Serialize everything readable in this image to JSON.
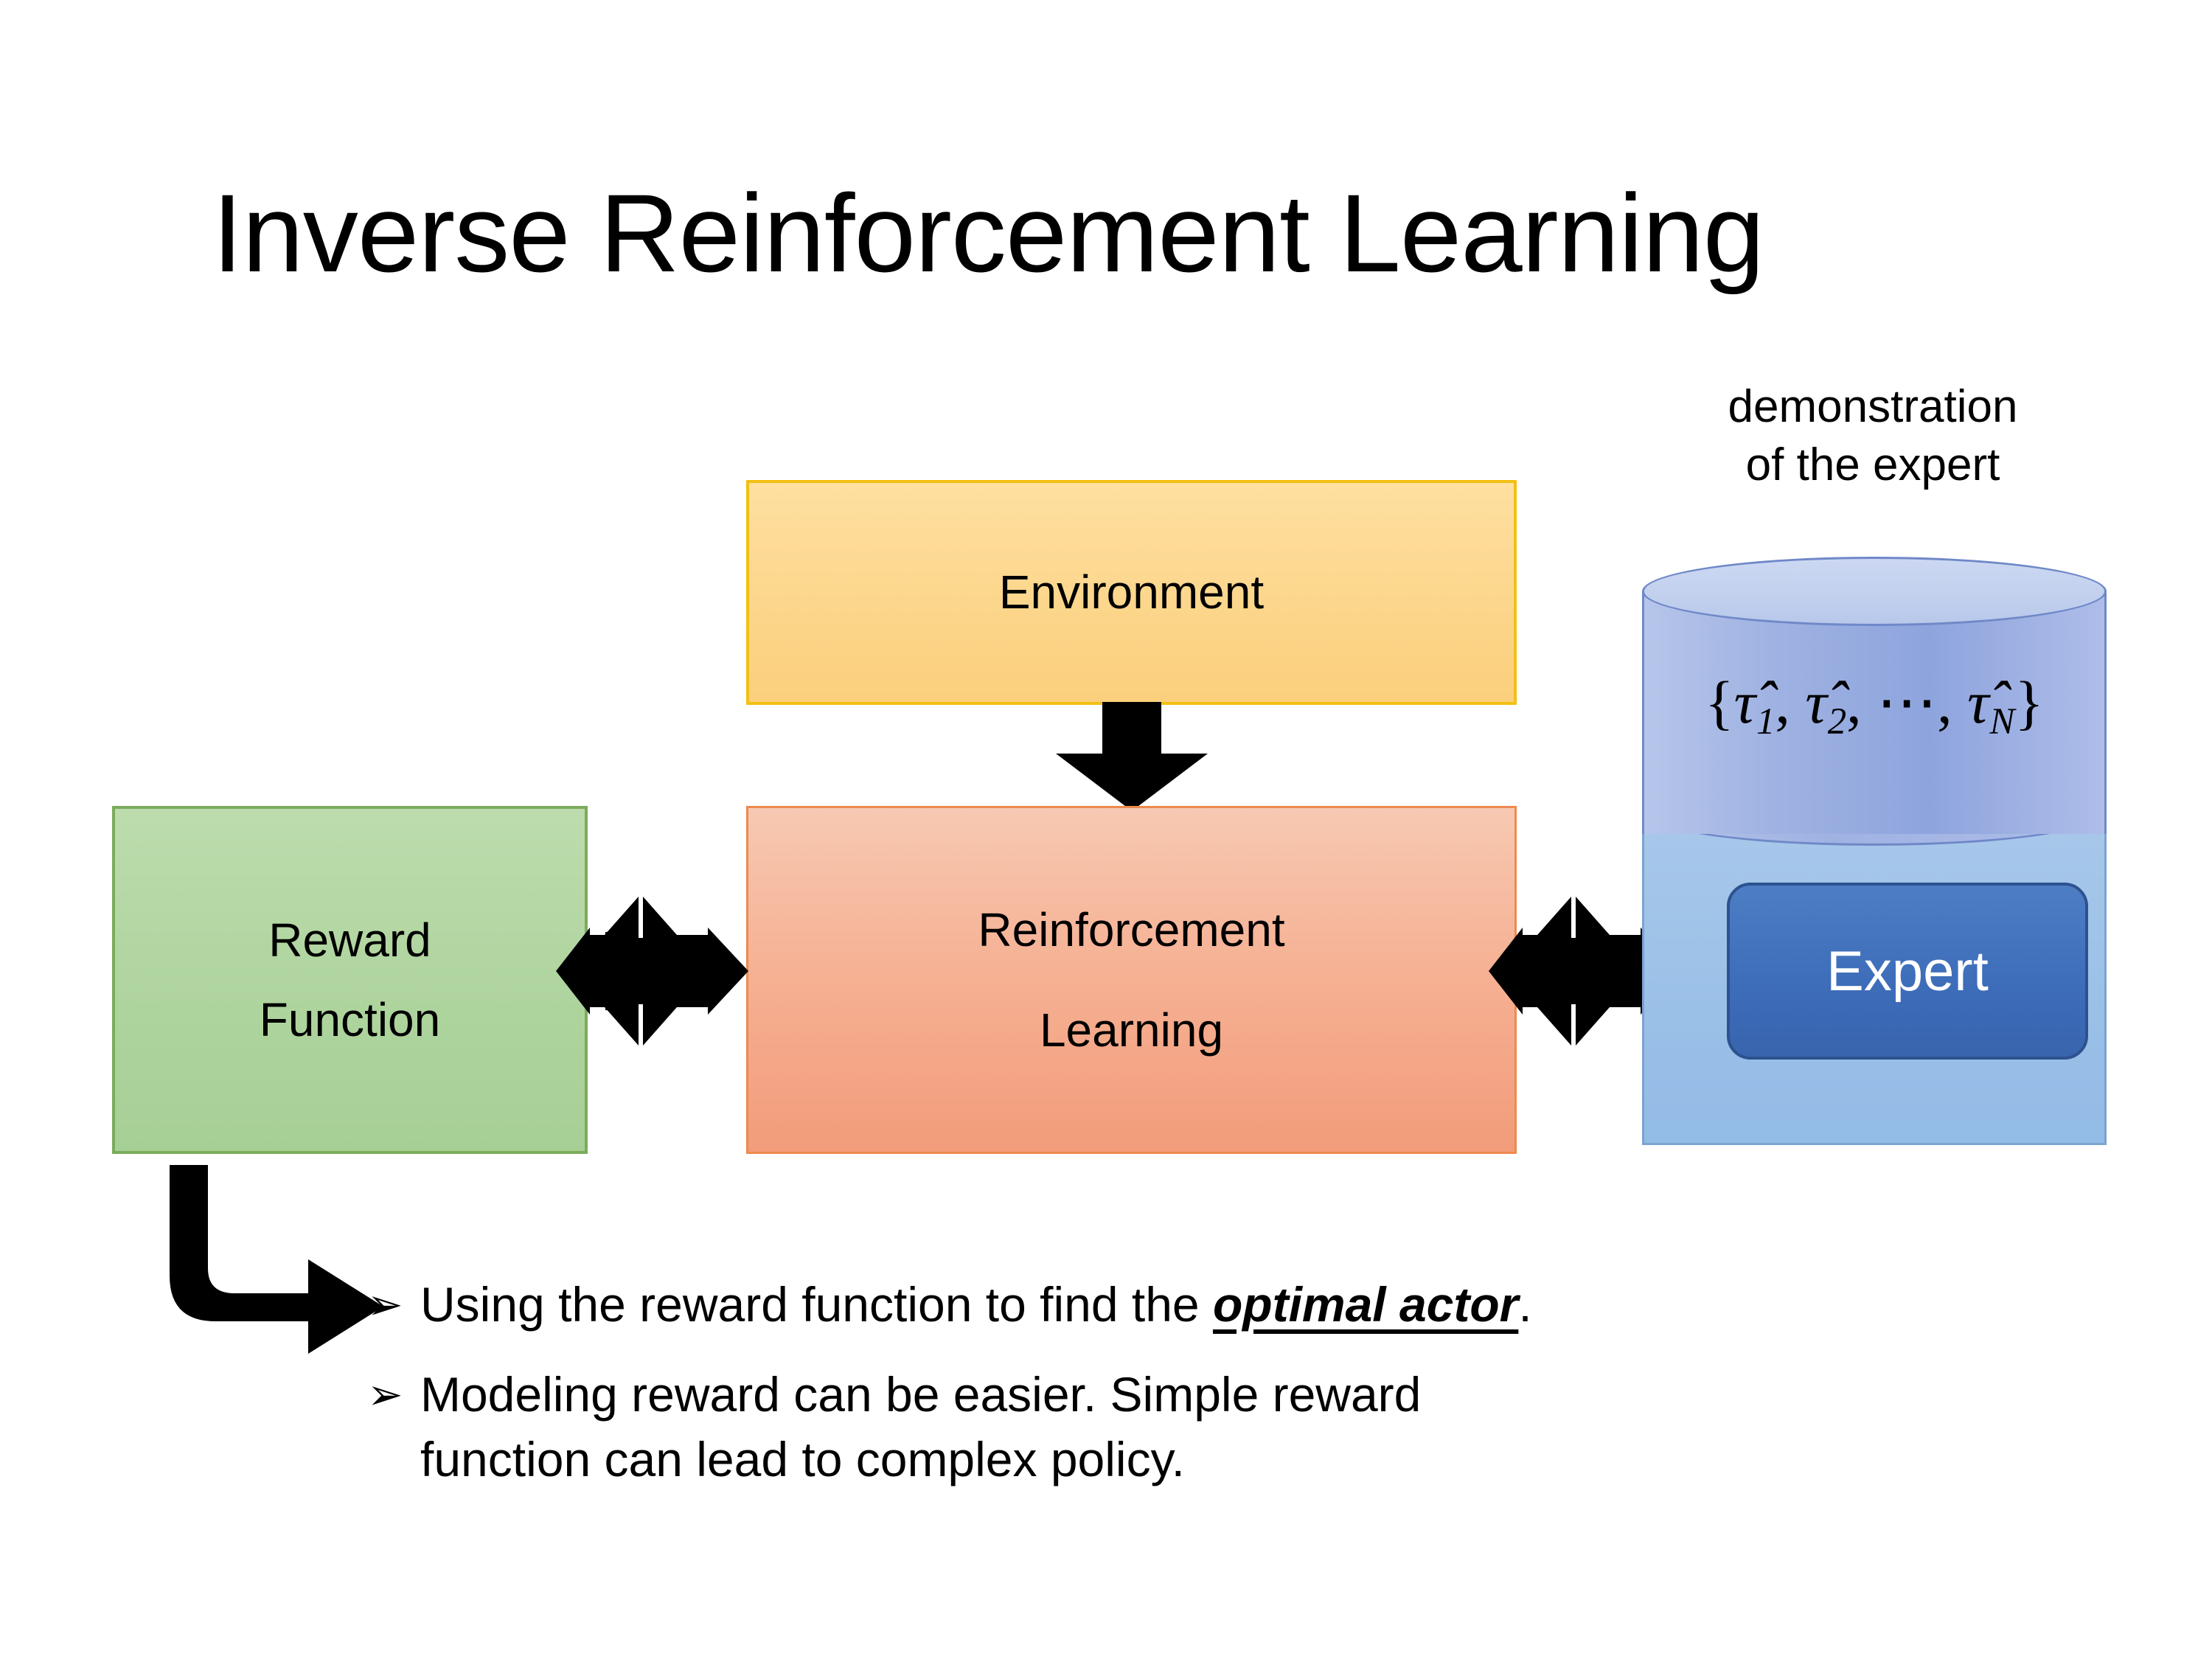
{
  "slide": {
    "title": "Inverse Reinforcement Learning",
    "background_color": "#ffffff"
  },
  "diagram": {
    "boxes": [
      {
        "id": "environment",
        "label": "Environment",
        "fill_color": "#fbcf7c",
        "border_color": "#f2c014"
      },
      {
        "id": "reinforcement-learning",
        "label_line_1": "Reinforcement",
        "label_line_2": "Learning",
        "fill_color": "#f4a884",
        "border_color": "#ed8a4f"
      },
      {
        "id": "reward-function",
        "label_line_1": "Reward",
        "label_line_2": "Function",
        "fill_color": "#b0d5a0",
        "border_color": "#7bab5c"
      },
      {
        "id": "expert",
        "label": "Expert",
        "fill_color": "#3d6cb9",
        "border_color": "#2c528f",
        "text_color": "#ffffff"
      }
    ],
    "expert_panel": {
      "fill_color": "#92bbe6",
      "border_color": "#7ba3cf"
    },
    "cylinder": {
      "caption_line_1": "demonstration",
      "caption_line_2": "of the expert",
      "formula_open_brace": "{",
      "formula_term_1_symbol": "τ̂",
      "formula_term_1_sub": "1",
      "formula_sep_1": ", ",
      "formula_term_2_symbol": "τ̂",
      "formula_term_2_sub": "2",
      "formula_sep_2": ", ",
      "formula_ellipsis": "⋯",
      "formula_sep_3": ", ",
      "formula_term_3_symbol": "τ̂",
      "formula_term_3_sub": "N",
      "formula_close_brace": "}",
      "formula_plain": "{τ̂1, τ̂2, ⋯, τ̂N}",
      "fill_color": "#9fb2e2",
      "top_fill_color": "#c2d0ee",
      "border_color": "#6f88c8"
    },
    "arrows": [
      {
        "id": "environment-to-reinforcement-learning",
        "kind": "down-arrow",
        "color": "#000000"
      },
      {
        "id": "reward-function-to-reinforcement-learning",
        "kind": "quad-arrow",
        "color": "#000000"
      },
      {
        "id": "reinforcement-learning-to-expert",
        "kind": "quad-arrow",
        "color": "#000000"
      },
      {
        "id": "reward-function-to-bullets",
        "kind": "elbow-arrow",
        "color": "#000000"
      }
    ]
  },
  "bullets": [
    {
      "marker": "➢",
      "text_before": "Using the reward function to find the ",
      "emphasis": "optimal actor",
      "text_after": "."
    },
    {
      "marker": "➢",
      "text_line_1": "Modeling reward can be easier. Simple reward",
      "text_line_2": "function can lead to complex policy."
    }
  ]
}
